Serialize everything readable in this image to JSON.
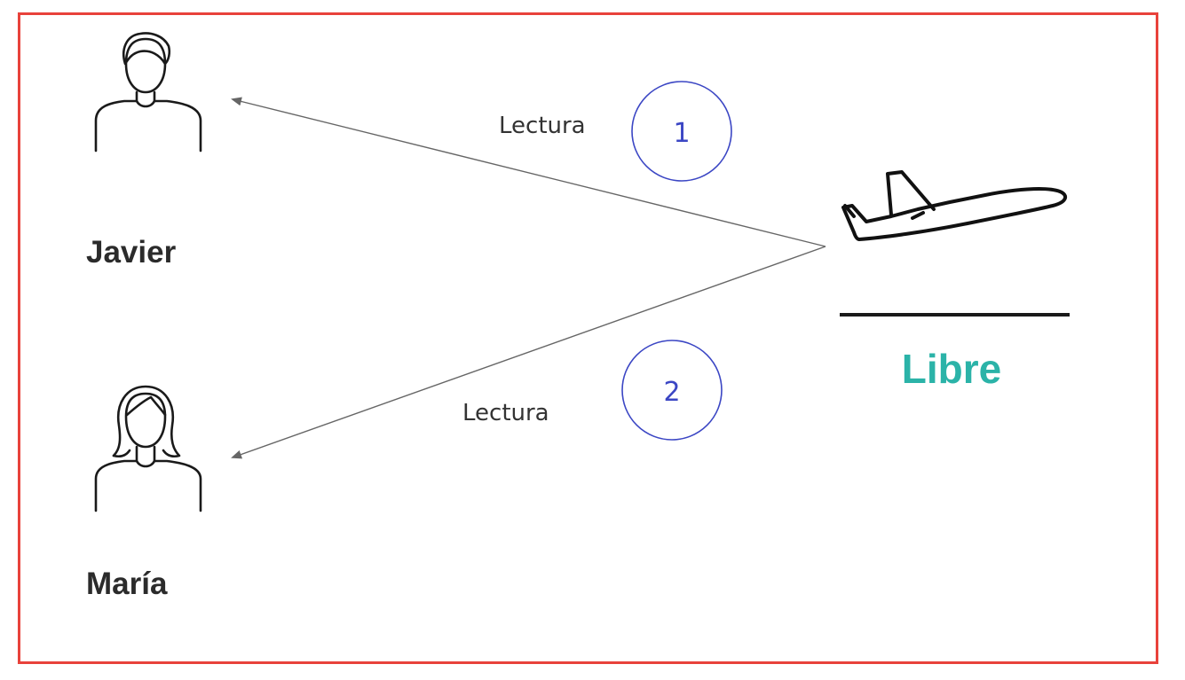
{
  "people": [
    {
      "name": "Javier",
      "icon": "male-user-icon"
    },
    {
      "name": "María",
      "icon": "female-user-icon"
    }
  ],
  "edges": [
    {
      "label": "Lectura",
      "step": "1",
      "from": "Libre",
      "to": "Javier"
    },
    {
      "label": "Lectura",
      "step": "2",
      "from": "Libre",
      "to": "María"
    }
  ],
  "resource": {
    "icon": "airplane-icon",
    "status": "Libre"
  },
  "colors": {
    "frame": "#e8423b",
    "status": "#2bb3a8",
    "step_circle": "#3b46c4",
    "arrow": "#666666",
    "text": "#2b2b2b"
  }
}
